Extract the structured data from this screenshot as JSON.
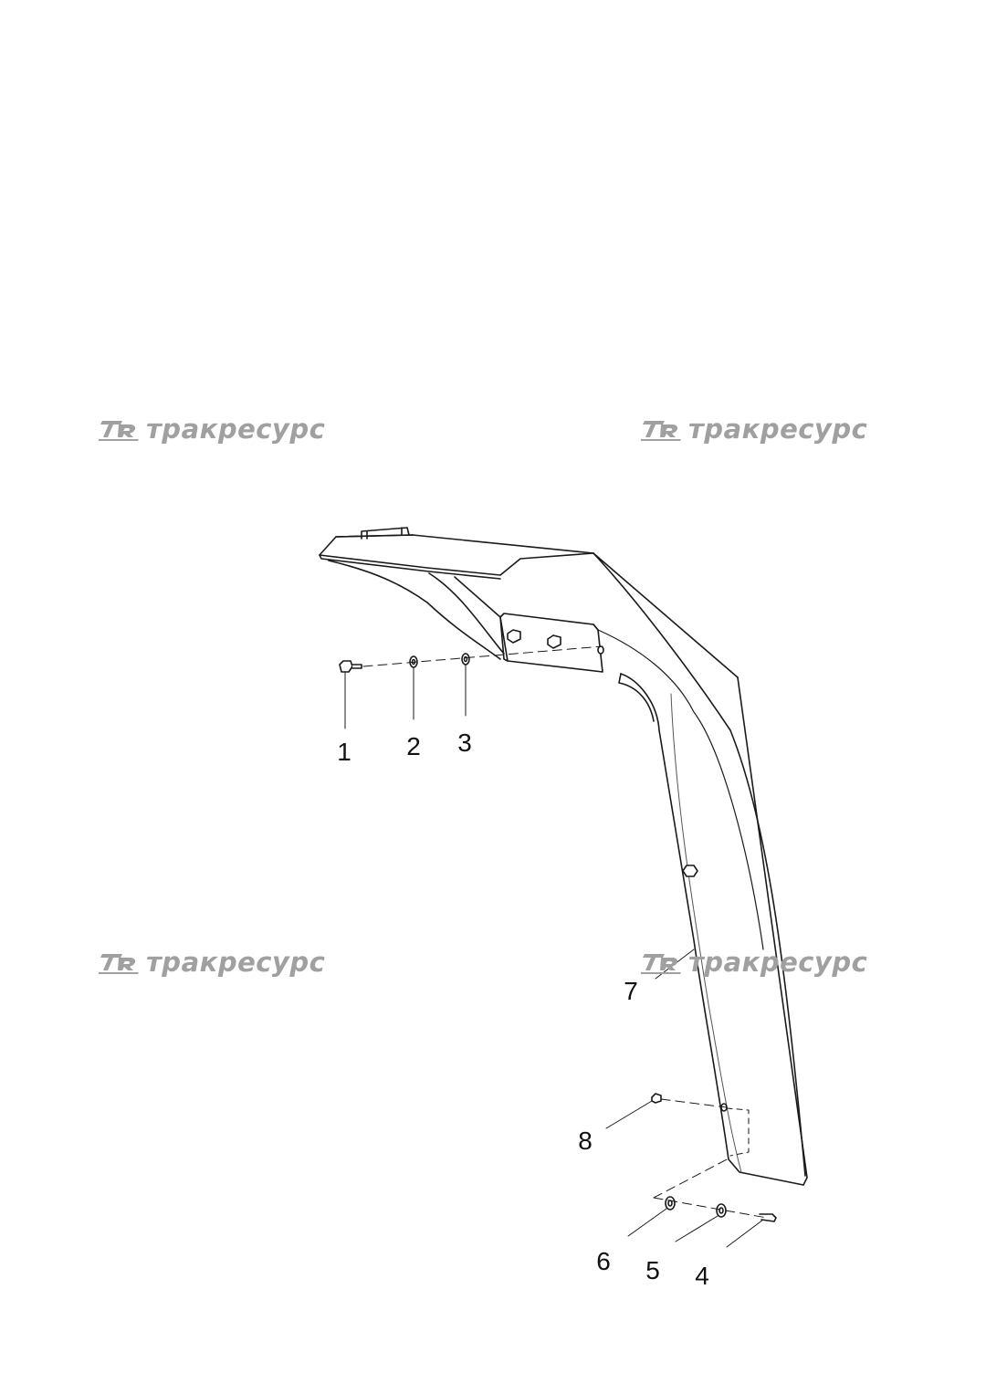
{
  "watermark": {
    "text": "тракресурс",
    "logo_letters": "TR"
  },
  "callouts": {
    "c1": "1",
    "c2": "2",
    "c3": "3",
    "c4": "4",
    "c5": "5",
    "c6": "6",
    "c7": "7",
    "c8": "8"
  },
  "colors": {
    "line": "#1a1a1a",
    "watermark": "#a0a0a0",
    "background": "#ffffff"
  }
}
